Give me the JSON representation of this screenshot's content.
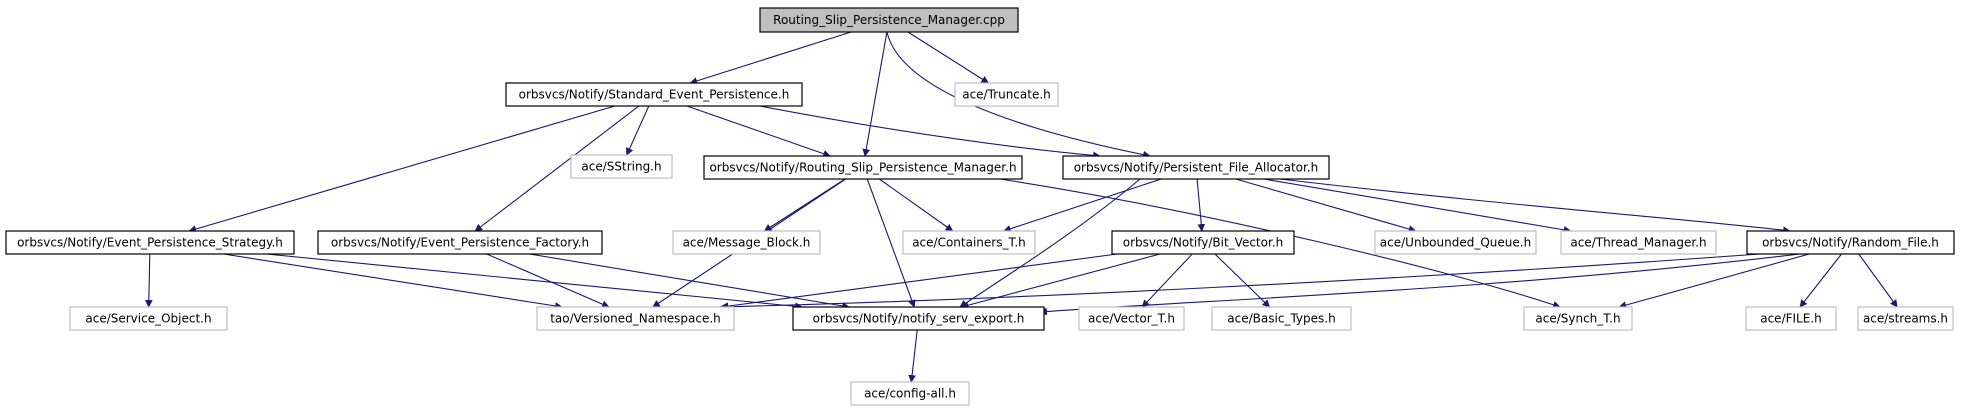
{
  "diagram": {
    "type": "include-dependency-graph",
    "colors": {
      "edge": "#191970",
      "root_fill": "#bfbfbf",
      "documented_border": "#000000",
      "external_border": "#bfbfbf",
      "external_text": "#000000"
    },
    "nodes": [
      {
        "id": "root",
        "label": "Routing_Slip_Persistence_Manager.cpp",
        "style": "root"
      },
      {
        "id": "std_event",
        "label": "orbsvcs/Notify/Standard_Event_Persistence.h",
        "style": "documented"
      },
      {
        "id": "truncate",
        "label": "ace/Truncate.h",
        "style": "external"
      },
      {
        "id": "sstring",
        "label": "ace/SString.h",
        "style": "external"
      },
      {
        "id": "rspm_h",
        "label": "orbsvcs/Notify/Routing_Slip_Persistence_Manager.h",
        "style": "documented"
      },
      {
        "id": "pfa",
        "label": "orbsvcs/Notify/Persistent_File_Allocator.h",
        "style": "documented"
      },
      {
        "id": "eps",
        "label": "orbsvcs/Notify/Event_Persistence_Strategy.h",
        "style": "documented"
      },
      {
        "id": "epf",
        "label": "orbsvcs/Notify/Event_Persistence_Factory.h",
        "style": "documented"
      },
      {
        "id": "msgblock",
        "label": "ace/Message_Block.h",
        "style": "external"
      },
      {
        "id": "containers",
        "label": "ace/Containers_T.h",
        "style": "external"
      },
      {
        "id": "bitvec",
        "label": "orbsvcs/Notify/Bit_Vector.h",
        "style": "documented"
      },
      {
        "id": "unbounded",
        "label": "ace/Unbounded_Queue.h",
        "style": "external"
      },
      {
        "id": "threadmgr",
        "label": "ace/Thread_Manager.h",
        "style": "external"
      },
      {
        "id": "randfile",
        "label": "orbsvcs/Notify/Random_File.h",
        "style": "documented"
      },
      {
        "id": "svcobj",
        "label": "ace/Service_Object.h",
        "style": "external"
      },
      {
        "id": "versioned",
        "label": "tao/Versioned_Namespace.h",
        "style": "external"
      },
      {
        "id": "nse",
        "label": "orbsvcs/Notify/notify_serv_export.h",
        "style": "documented"
      },
      {
        "id": "vector",
        "label": "ace/Vector_T.h",
        "style": "external"
      },
      {
        "id": "basictypes",
        "label": "ace/Basic_Types.h",
        "style": "external"
      },
      {
        "id": "synch",
        "label": "ace/Synch_T.h",
        "style": "external"
      },
      {
        "id": "file",
        "label": "ace/FILE.h",
        "style": "external"
      },
      {
        "id": "streams",
        "label": "ace/streams.h",
        "style": "external"
      },
      {
        "id": "configall",
        "label": "ace/config-all.h",
        "style": "external"
      }
    ],
    "edges": [
      {
        "from": "root",
        "to": "std_event"
      },
      {
        "from": "root",
        "to": "rspm_h"
      },
      {
        "from": "root",
        "to": "truncate"
      },
      {
        "from": "root",
        "to": "pfa"
      },
      {
        "from": "std_event",
        "to": "eps"
      },
      {
        "from": "std_event",
        "to": "epf"
      },
      {
        "from": "std_event",
        "to": "sstring"
      },
      {
        "from": "std_event",
        "to": "rspm_h"
      },
      {
        "from": "std_event",
        "to": "pfa"
      },
      {
        "from": "rspm_h",
        "to": "versioned"
      },
      {
        "from": "rspm_h",
        "to": "msgblock"
      },
      {
        "from": "rspm_h",
        "to": "containers"
      },
      {
        "from": "rspm_h",
        "to": "nse"
      },
      {
        "from": "rspm_h",
        "to": "synch"
      },
      {
        "from": "pfa",
        "to": "containers"
      },
      {
        "from": "pfa",
        "to": "nse"
      },
      {
        "from": "pfa",
        "to": "bitvec"
      },
      {
        "from": "pfa",
        "to": "unbounded"
      },
      {
        "from": "pfa",
        "to": "threadmgr"
      },
      {
        "from": "pfa",
        "to": "randfile"
      },
      {
        "from": "eps",
        "to": "svcobj"
      },
      {
        "from": "eps",
        "to": "versioned"
      },
      {
        "from": "eps",
        "to": "nse"
      },
      {
        "from": "epf",
        "to": "versioned"
      },
      {
        "from": "epf",
        "to": "nse"
      },
      {
        "from": "bitvec",
        "to": "versioned"
      },
      {
        "from": "bitvec",
        "to": "nse"
      },
      {
        "from": "bitvec",
        "to": "vector"
      },
      {
        "from": "bitvec",
        "to": "basictypes"
      },
      {
        "from": "randfile",
        "to": "versioned"
      },
      {
        "from": "randfile",
        "to": "nse"
      },
      {
        "from": "randfile",
        "to": "synch"
      },
      {
        "from": "randfile",
        "to": "file"
      },
      {
        "from": "randfile",
        "to": "streams"
      },
      {
        "from": "nse",
        "to": "configall"
      }
    ]
  }
}
